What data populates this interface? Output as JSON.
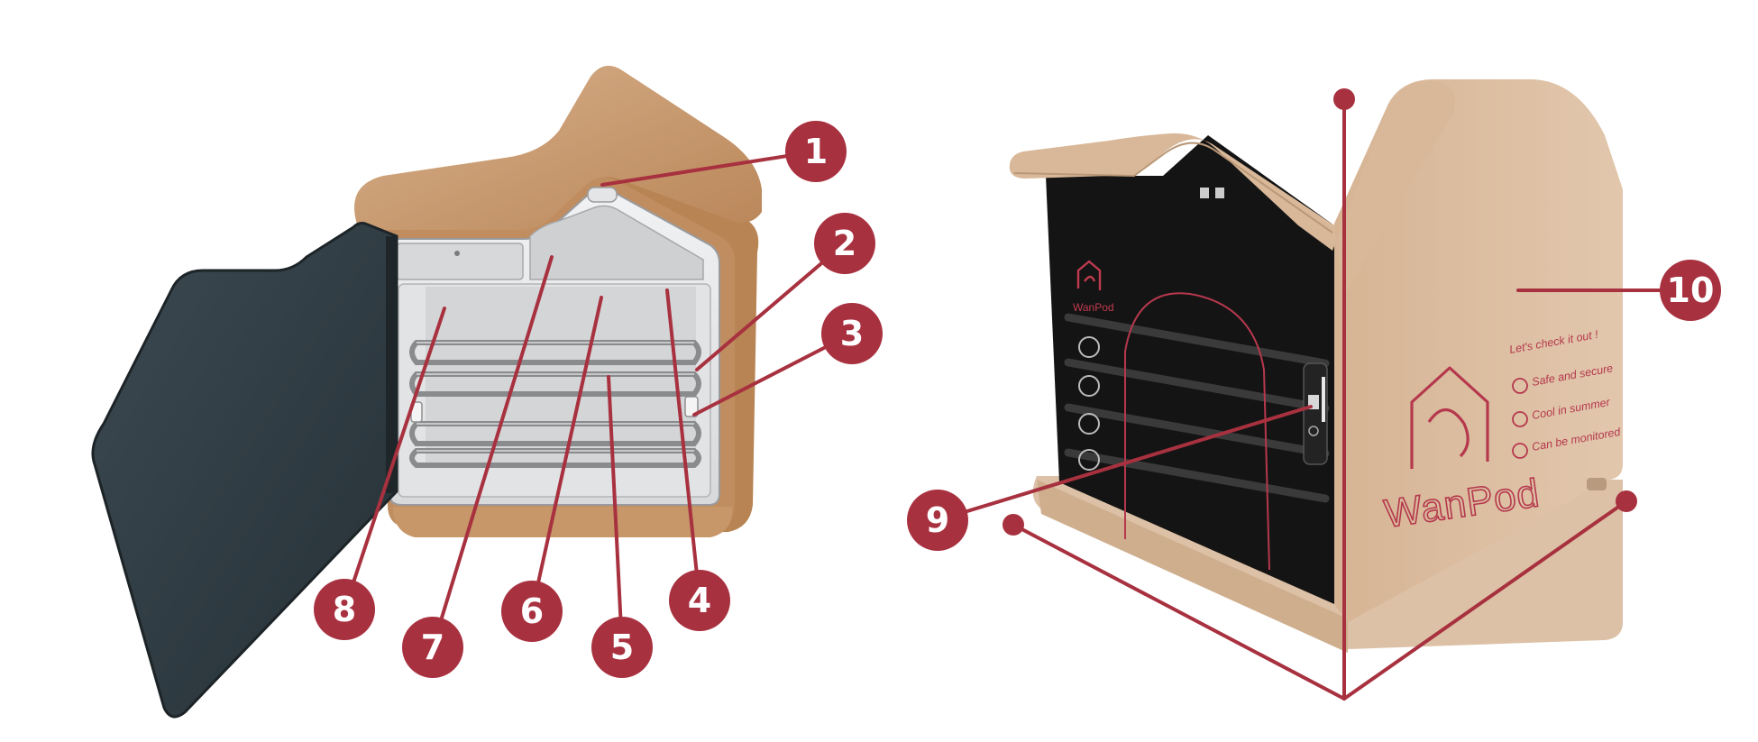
{
  "colors": {
    "callout": "#a8313f",
    "leader": "#a8313f",
    "wood": "#c99e77",
    "wood_light": "#dcbfa4",
    "door_glass": "#2f3a40",
    "interior": "#e9eaec",
    "dark_front": "#151515",
    "brand": "#b5384d"
  },
  "callouts": [
    {
      "number": "1"
    },
    {
      "number": "2"
    },
    {
      "number": "3"
    },
    {
      "number": "4"
    },
    {
      "number": "5"
    },
    {
      "number": "6"
    },
    {
      "number": "7"
    },
    {
      "number": "8"
    },
    {
      "number": "9"
    },
    {
      "number": "10"
    }
  ],
  "product": {
    "brand": "WanPod",
    "headline": "Let's check it out !",
    "features": [
      "Safe and secure",
      "Cool in summer",
      "Can be monitored"
    ]
  },
  "icons": [
    "house-dog-logo-icon",
    "qr-code-icon",
    "shield-icon",
    "snowflake-icon",
    "camera-icon"
  ]
}
